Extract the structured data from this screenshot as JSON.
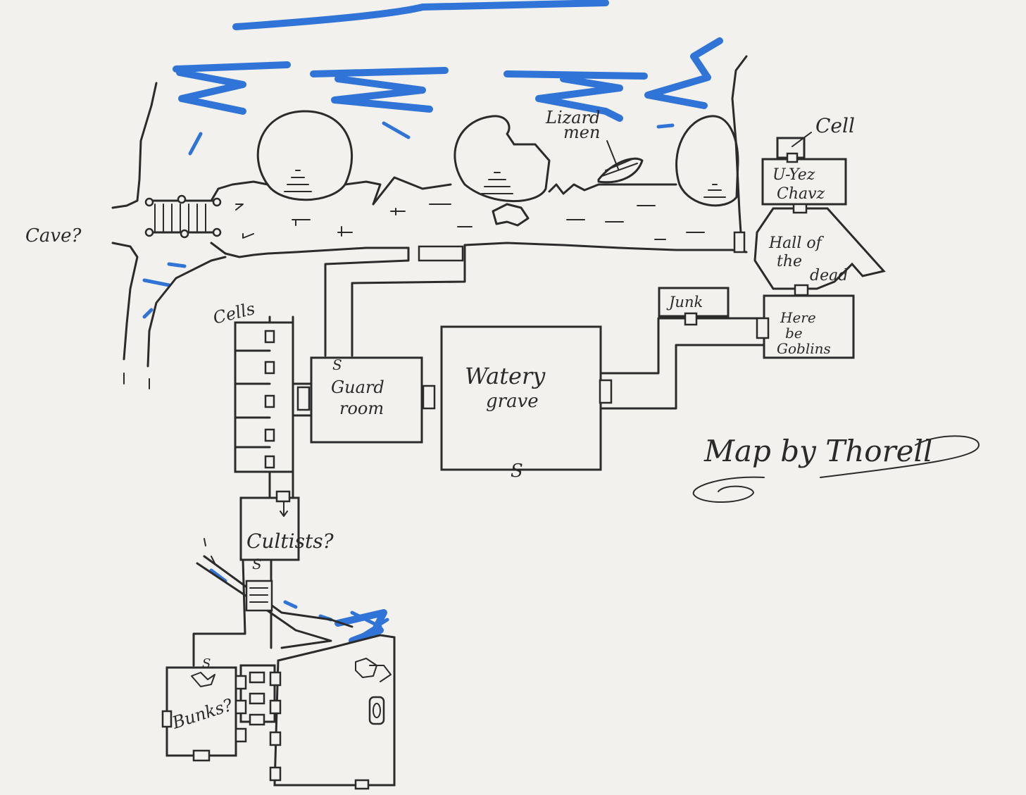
{
  "map": {
    "labels": {
      "cave": "Cave?",
      "lizardmen": "Lizard men",
      "cell": "Cell",
      "ulyez_chavz_line1": "U-Yez",
      "ulyez_chavz_line2": "Chavz",
      "hall_line1": "Hall of",
      "hall_line2": "the",
      "hall_line3": "dead",
      "junk": "Junk",
      "goblins_line1": "Here",
      "goblins_line2": "be",
      "goblins_line3": "Goblins",
      "cells": "Cells",
      "guard_line1": "Guard",
      "guard_line2": "room",
      "watery_line1": "Watery",
      "watery_line2": "grave",
      "cultists": "Cultists?",
      "bunks": "Bunks?",
      "secret_door": "S",
      "signature": "Map by Thorell"
    },
    "colors": {
      "ink": "#2b2b2b",
      "water": "#2f74d6",
      "paper": "#f2f1ee"
    }
  }
}
